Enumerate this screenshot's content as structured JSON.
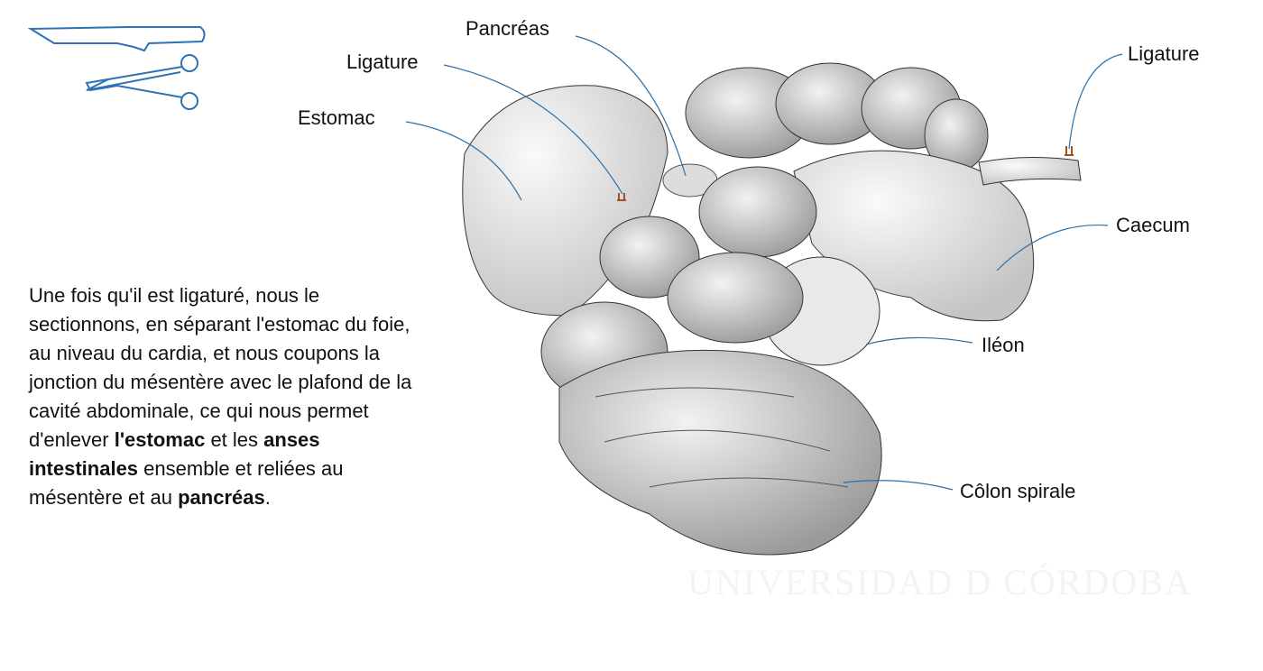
{
  "description": {
    "part1": "Une fois qu'il est ligaturé, nous le sectionnons, en séparant l'estomac du foie, au niveau du cardia, et nous coupons la jonction du mésentère avec le plafond de la cavité abdominale, ce qui nous permet d'enlever ",
    "bold1": "l'estomac",
    "part2": " et les ",
    "bold2": "anses intestinales",
    "part3": " ensemble et reliées au mésentère et au ",
    "bold3": "pancréas",
    "part4": "."
  },
  "labels": {
    "pancreas": "Pancréas",
    "ligature_left": "Ligature",
    "estomac": "Estomac",
    "ligature_right": "Ligature",
    "caecum": "Caecum",
    "ileon": "Iléon",
    "colon": "Côlon spirale"
  },
  "watermark": "UNIVERSIDAD D CÓRDOBA",
  "colors": {
    "leader_line": "#2a6fa8",
    "tool_icon": "#2f72b5",
    "organ": "#b8b8b8"
  }
}
